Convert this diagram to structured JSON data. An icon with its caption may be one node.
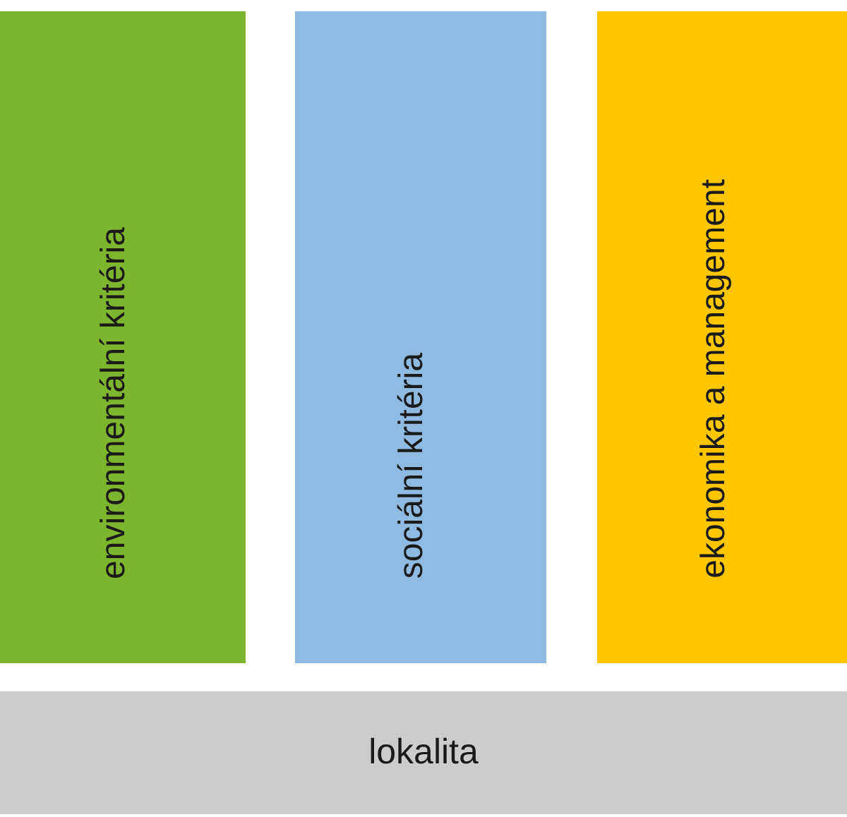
{
  "diagram": {
    "nodes": [
      {
        "text": [
          "environmentální kritéria"
        ]
      },
      {
        "text": [
          "sociální kritéria"
        ]
      },
      {
        "text": [
          "ekonomika a management"
        ]
      },
      {
        "text": [
          "lokalita"
        ]
      }
    ]
  }
}
